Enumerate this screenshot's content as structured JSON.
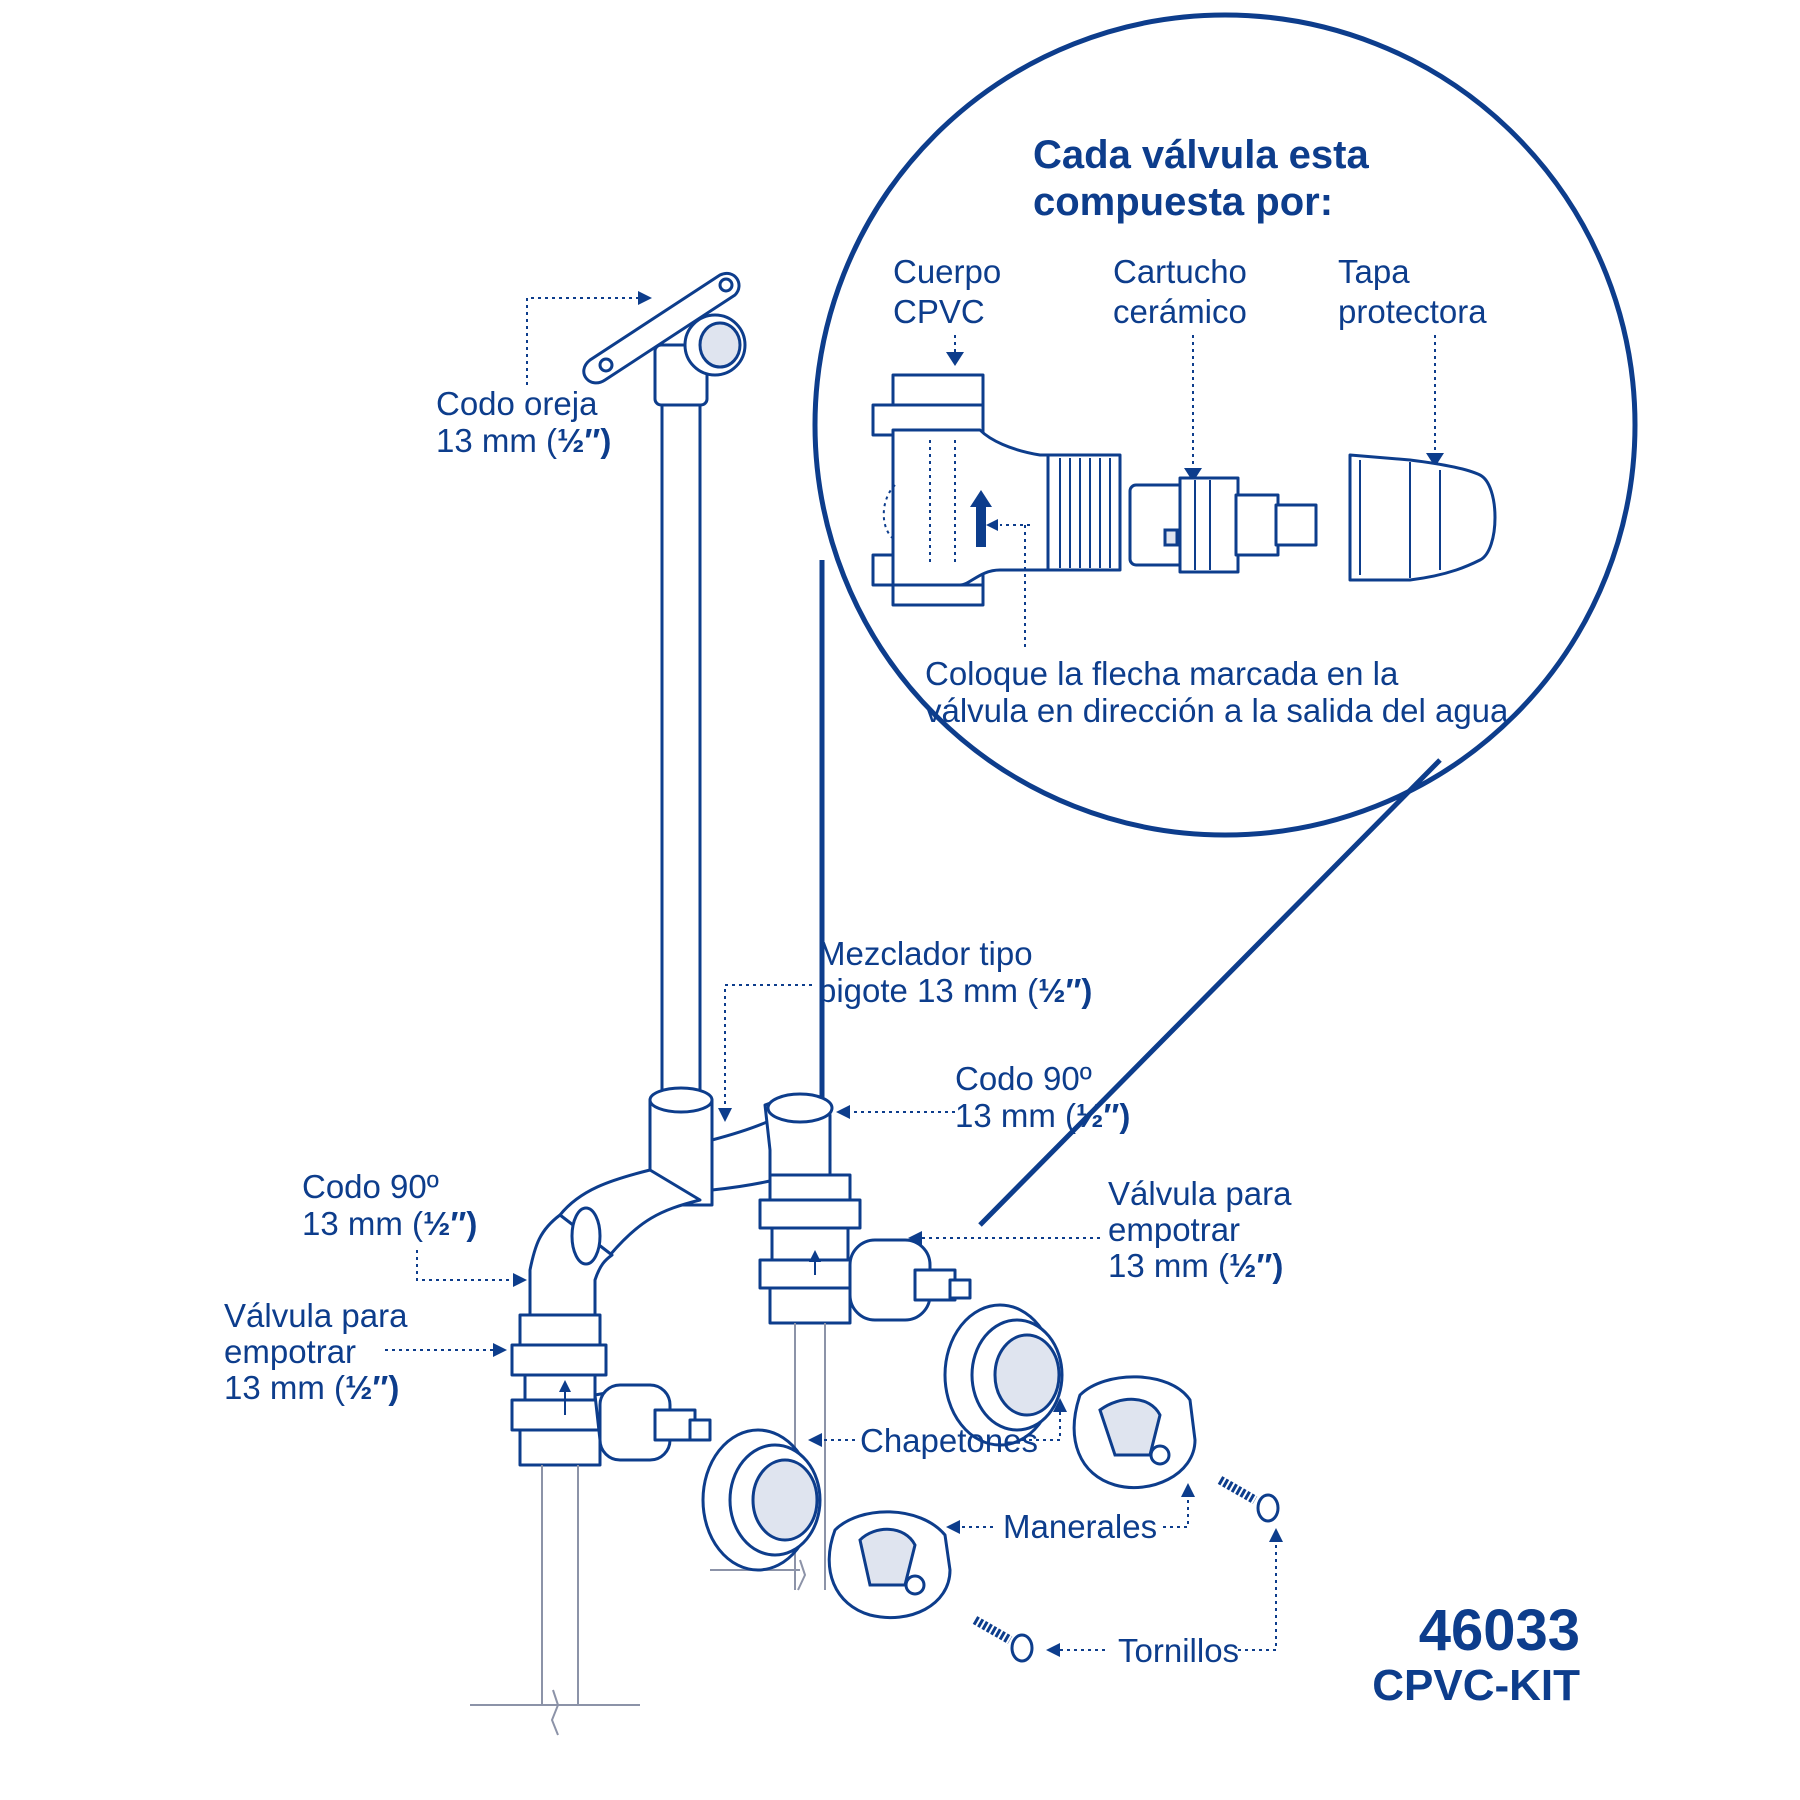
{
  "colors": {
    "primary": "#0d3d8c",
    "secondary_line": "#8c93a8",
    "background": "#ffffff"
  },
  "callout": {
    "title_line1": "Cada válvula esta",
    "title_line2": "compuesta por:",
    "parts": [
      {
        "line1": "Cuerpo",
        "line2": "CPVC"
      },
      {
        "line1": "Cartucho",
        "line2": "cerámico"
      },
      {
        "line1": "Tapa",
        "line2": "protectora"
      }
    ],
    "note_line1": "Coloque la flecha marcada en la",
    "note_line2": "válvula en dirección a la salida del agua"
  },
  "labels": {
    "codo_oreja": {
      "line1": "Codo oreja",
      "line2_prefix": "13 mm (",
      "fraction": "½",
      "line2_suffix": "″)"
    },
    "mezclador": {
      "line1": "Mezclador tipo",
      "line2_prefix": "bigote 13 mm (",
      "fraction": "½",
      "line2_suffix": "″)"
    },
    "codo90_right": {
      "line1": "Codo 90º",
      "line2_prefix": "13 mm (",
      "fraction": "½",
      "line2_suffix": "″)"
    },
    "codo90_left": {
      "line1": "Codo 90º",
      "line2_prefix": "13 mm (",
      "fraction": "½",
      "line2_suffix": "″)"
    },
    "valvula_right": {
      "line1": "Válvula para",
      "line2": "empotrar",
      "line3_prefix": "13 mm (",
      "fraction": "½",
      "line3_suffix": "″)"
    },
    "valvula_left": {
      "line1": "Válvula para",
      "line2": "empotrar",
      "line3_prefix": "13 mm (",
      "fraction": "½",
      "line3_suffix": "″)"
    },
    "chapetones": "Chapetones",
    "manerales": "Manerales",
    "tornillos": "Tornillos"
  },
  "model": {
    "number": "46033",
    "code": "CPVC-KIT"
  }
}
